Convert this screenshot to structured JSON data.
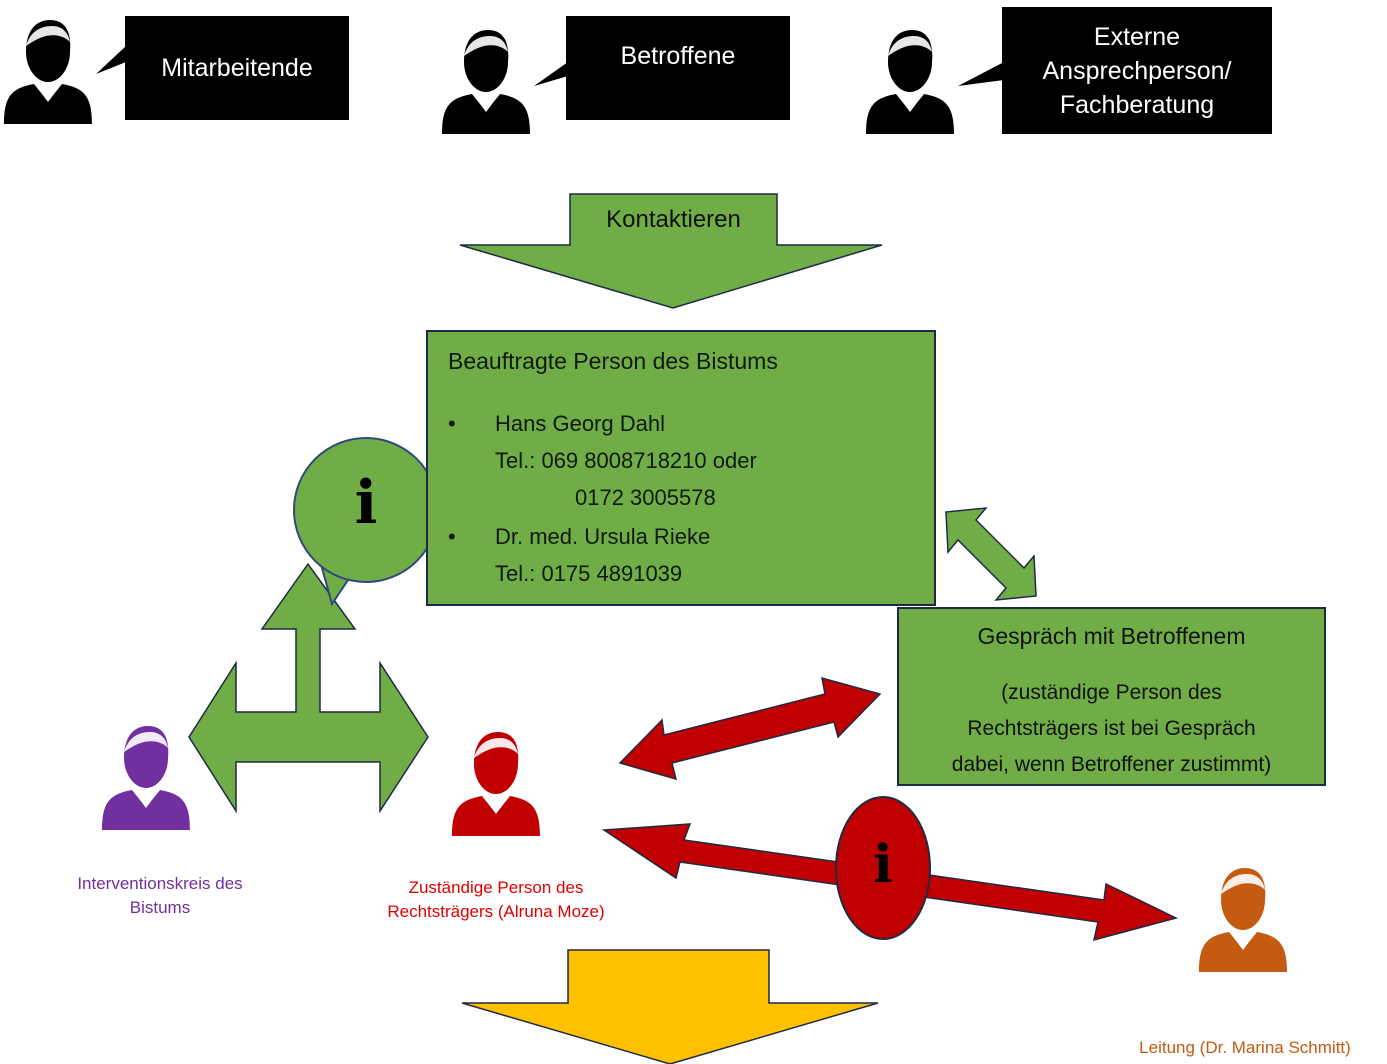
{
  "actors_top": [
    {
      "label_lines": [
        "Mitarbeitende"
      ]
    },
    {
      "label_lines": [
        "Betroffene"
      ]
    },
    {
      "label_lines": [
        "Externe",
        "Ansprechperson/",
        "Fachberatung"
      ]
    }
  ],
  "contact_arrow": {
    "label": "Kontaktieren"
  },
  "beauftragte": {
    "title": "Beauftragte Person des Bistums",
    "persons": [
      {
        "name": "Hans Georg Dahl",
        "phone_line1": "Tel.: 069 8008718210 oder",
        "phone_line2": "0172 3005578"
      },
      {
        "name": "Dr. med. Ursula Rieke",
        "phone_line1": "Tel.: 0175 4891039"
      }
    ]
  },
  "gespraech": {
    "title": "Gespräch mit Betroffenem",
    "note_lines": [
      "(zuständige Person des",
      "Rechtsträgers ist bei Gespräch",
      "dabei, wenn Betroffener zustimmt)"
    ]
  },
  "info_symbol": "i",
  "people": {
    "interventionskreis": {
      "lines": [
        "Interventionskreis des",
        "Bistums"
      ],
      "color": "#7030a0"
    },
    "zustaendige": {
      "lines": [
        "Zuständige Person des",
        "Rechtsträgers (Alruna Moze)"
      ],
      "color": "#e00000"
    },
    "leitung": {
      "lines": [
        "Leitung (Dr. Marina Schmitt)"
      ],
      "color": "#c55a11"
    }
  },
  "colors": {
    "green": "#70ad47",
    "dark_red": "#c00000",
    "yellow": "#ffc000",
    "black": "#000000"
  }
}
